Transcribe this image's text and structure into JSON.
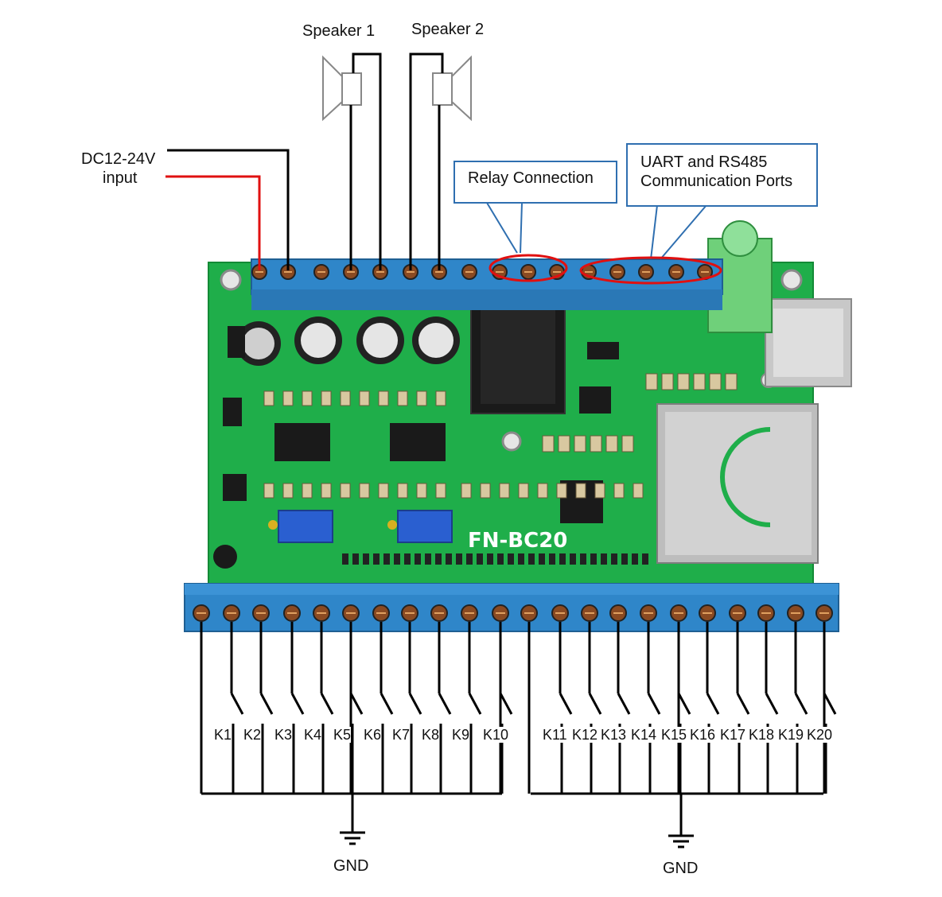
{
  "labels": {
    "speaker1": "Speaker 1",
    "speaker2": "Speaker 2",
    "power_line1": "DC12-24V",
    "power_line2": "input",
    "relay": "Relay Connection",
    "uart_line1": "UART and RS485",
    "uart_line2": "Communication Ports",
    "board_model": "FN-BC20",
    "gnd_left": "GND",
    "gnd_right": "GND"
  },
  "switches": [
    "K1",
    "K2",
    "K3",
    "K4",
    "K5",
    "K6",
    "K7",
    "K8",
    "K9",
    "K10",
    "K11",
    "K12",
    "K13",
    "K14",
    "K15",
    "K16",
    "K17",
    "K18",
    "K19",
    "K20"
  ],
  "colors": {
    "board": "#1fae4a",
    "board_dark": "#138a36",
    "terminal": "#2f86c9",
    "terminal_dark": "#1f5f92",
    "highlight": "#e01010",
    "wire_power_pos": "#e01010",
    "wire": "#000000",
    "callout_border": "#2f6fb0"
  }
}
